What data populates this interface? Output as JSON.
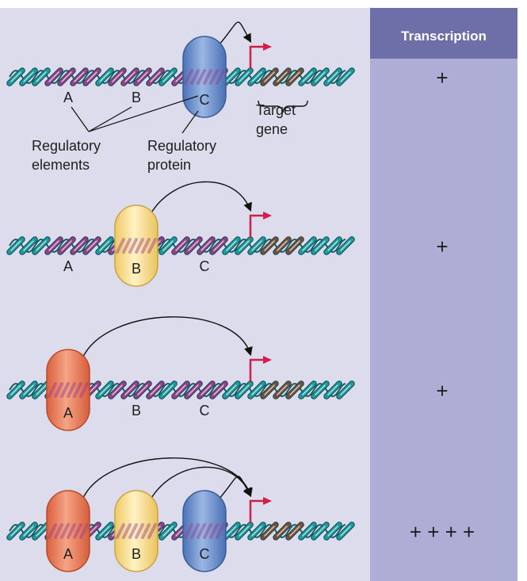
{
  "header": {
    "transcription_label": "Transcription"
  },
  "labels": {
    "regulatory_elements": [
      "Regulatory",
      "elements"
    ],
    "regulatory_protein": [
      "Regulatory",
      "protein"
    ],
    "target_gene": [
      "Target",
      "gene"
    ]
  },
  "panels": [
    {
      "proteins": [
        "C"
      ],
      "site_labels": [
        "A",
        "B",
        "C"
      ],
      "transcription": "+"
    },
    {
      "proteins": [
        "B"
      ],
      "site_labels": [
        "A",
        "B",
        "C"
      ],
      "transcription": "+"
    },
    {
      "proteins": [
        "A"
      ],
      "site_labels": [
        "A",
        "B",
        "C"
      ],
      "transcription": "+"
    },
    {
      "proteins": [
        "A",
        "B",
        "C"
      ],
      "site_labels": [
        "A",
        "B",
        "C"
      ],
      "transcription": "+ + + +"
    }
  ],
  "colors": {
    "background": "#dcdcec",
    "column": "#adadd6",
    "header": "#6e6ea9",
    "dna_teal": "#1d9aa0",
    "dna_light": "#e6f4f4",
    "element_purple": "#9a3d8f",
    "gene_brown": "#7a4f3a",
    "protein_A": "#ea8260",
    "protein_B": "#f8dd8e",
    "protein_C": "#6f94d0",
    "arrow_red": "#d11e47"
  }
}
